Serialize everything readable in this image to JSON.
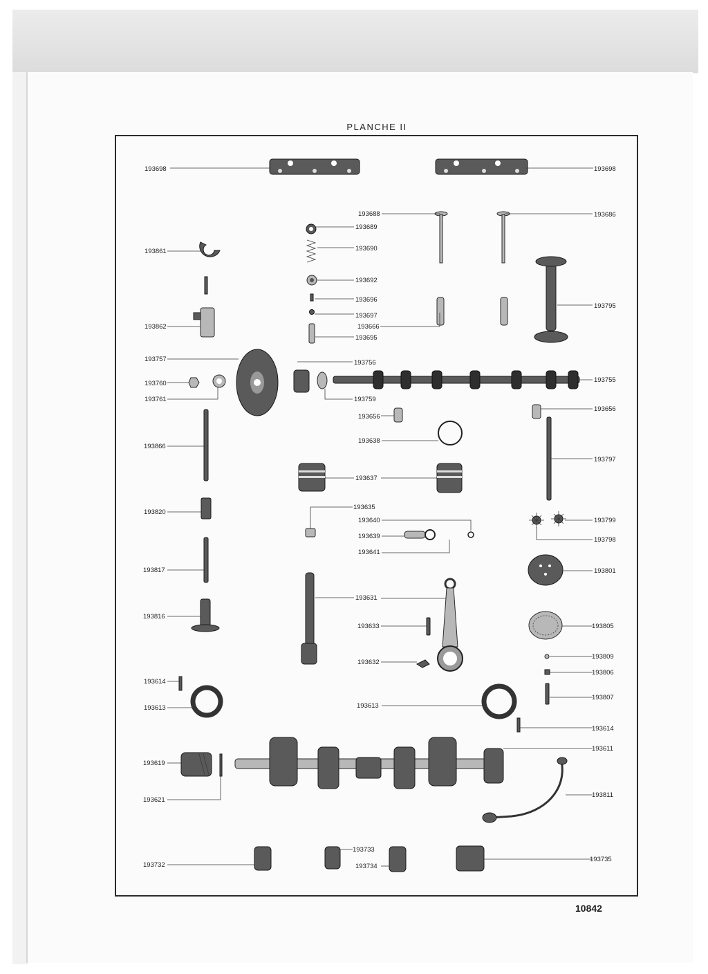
{
  "plate": {
    "title": "PLANCHE II",
    "number": "10842"
  },
  "labels": {
    "l01": "193698",
    "l02": "193698",
    "l03": "193688",
    "l04": "193686",
    "l05": "193689",
    "l06": "193690",
    "l07": "193861",
    "l08": "193692",
    "l09": "193696",
    "l10": "193697",
    "l11": "193666",
    "l12": "193695",
    "l13": "193862",
    "l14": "193795",
    "l15": "193757",
    "l16": "193756",
    "l17": "193760",
    "l18": "193755",
    "l19": "193761",
    "l20": "193759",
    "l21": "193656",
    "l22": "193656",
    "l23": "193638",
    "l24": "193866",
    "l25": "193797",
    "l26": "193637",
    "l27": "193820",
    "l28": "193635",
    "l29": "193640",
    "l30": "193799",
    "l31": "193639",
    "l32": "193798",
    "l33": "193641",
    "l34": "193817",
    "l35": "193801",
    "l36": "193631",
    "l37": "193816",
    "l38": "193633",
    "l39": "193805",
    "l40": "193632",
    "l41": "193809",
    "l42": "193806",
    "l43": "193614",
    "l44": "193807",
    "l45": "193613",
    "l46": "193613",
    "l47": "193614",
    "l48": "193611",
    "l49": "193619",
    "l50": "193811",
    "l51": "193621",
    "l52": "193733",
    "l53": "193732",
    "l54": "193734",
    "l55": "193735"
  }
}
